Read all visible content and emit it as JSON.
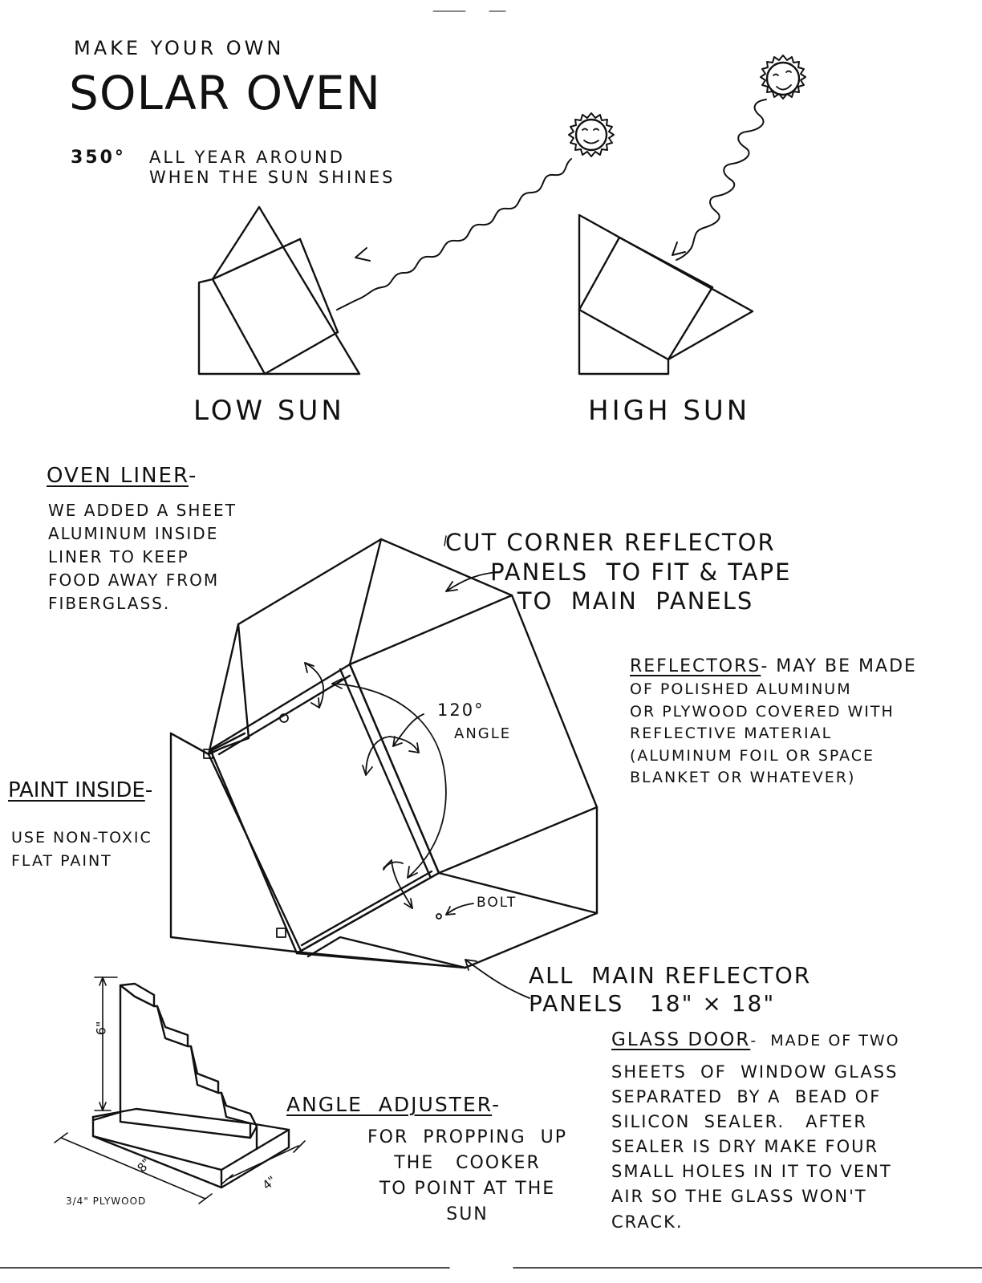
{
  "header": {
    "small_title": "MAKE YOUR OWN",
    "title": "SOLAR OVEN",
    "temp": "350°",
    "temp_line1": "ALL YEAR AROUND",
    "temp_line2": "WHEN THE SUN SHINES"
  },
  "positions": {
    "low_sun": "LOW SUN",
    "high_sun": "HIGH SUN"
  },
  "oven_liner": {
    "heading": "OVEN LINER",
    "dash": "-",
    "body": "WE ADDED A SHEET\nALUMINUM INSIDE\nLINER TO KEEP\nFOOD AWAY FROM\nFIBERGLASS."
  },
  "corner_note": "CUT CORNER REFLECTOR\n     PANELS  TO FIT & TAPE\n        TO  MAIN  PANELS",
  "reflectors": {
    "heading": "REFLECTORS",
    "first_line": "- MAY BE MADE",
    "body": "OF POLISHED ALUMINUM\nOR PLYWOOD COVERED WITH\nREFLECTIVE MATERIAL\n(ALUMINUM FOIL OR SPACE\nBLANKET OR WHATEVER)"
  },
  "angle": {
    "degrees": "120°",
    "label": "ANGLE"
  },
  "paint_inside": {
    "heading": "PAINT INSIDE",
    "dash": "-",
    "body": "USE NON-TOXIC\nFLAT PAINT"
  },
  "bolt_label": "BOLT",
  "main_panels": "ALL  MAIN REFLECTOR\nPANELS   18\" × 18\"",
  "glass_door": {
    "heading": "GLASS DOOR",
    "first_line": "-  MADE OF TWO",
    "body": "SHEETS  OF  WINDOW GLASS\nSEPARATED  BY A  BEAD OF\nSILICON  SEALER.   AFTER\nSEALER IS DRY MAKE FOUR\nSMALL HOLES IN IT TO VENT\nAIR SO THE GLASS WON'T\nCRACK."
  },
  "angle_adjuster": {
    "heading": "ANGLE  ADJUSTER",
    "dash": "-",
    "body": "FOR  PROPPING  UP\nTHE   COOKER\nTO POINT AT THE\nSUN",
    "dim_height": "6\"",
    "dim_length": "8\"",
    "dim_width": "4\"",
    "material": "3/4\" PLYWOOD"
  }
}
